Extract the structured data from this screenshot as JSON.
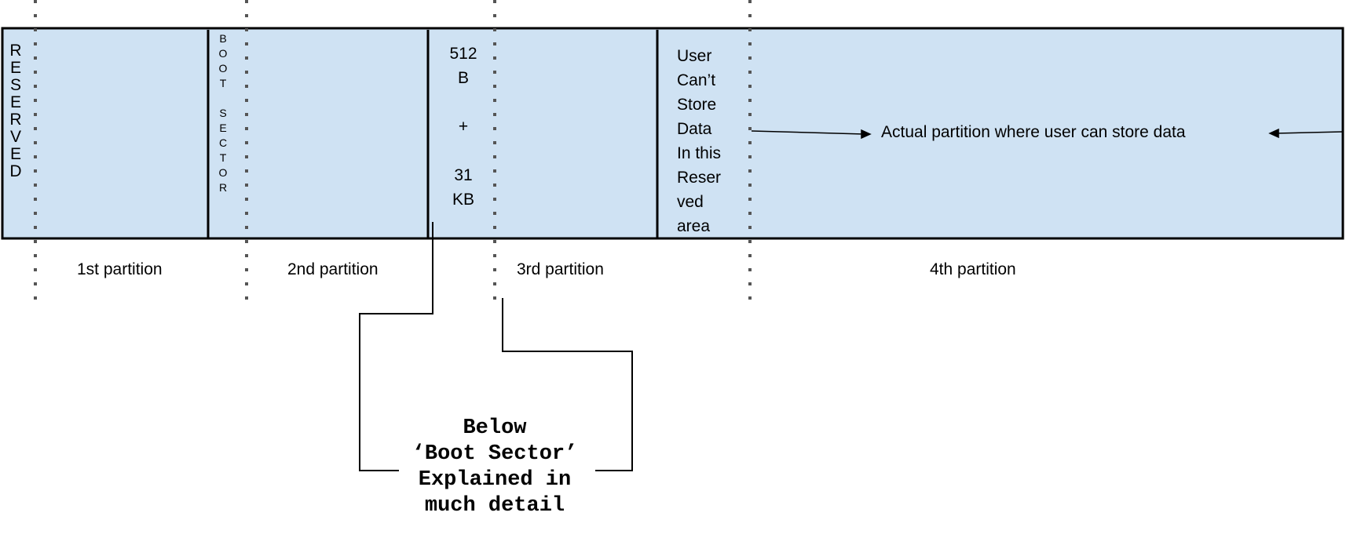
{
  "disk": {
    "reserved_letters": [
      "R",
      "E",
      "S",
      "E",
      "R",
      "V",
      "E",
      "D"
    ],
    "boot_sector_letters": [
      "B",
      "O",
      "O",
      "T",
      "",
      "S",
      "E",
      "C",
      "T",
      "O",
      "R"
    ],
    "size_lines": [
      "512",
      "B",
      "",
      "+",
      "",
      "31",
      "KB"
    ],
    "user_note_lines": [
      "User",
      "Can’t",
      "Store",
      "Data",
      "In this",
      "Reser",
      "ved",
      "area"
    ],
    "actual_partition_text": "Actual partition where user can store data"
  },
  "partitions": [
    "1st partition",
    "2nd partition",
    "3rd partition",
    "4th partition"
  ],
  "callout_lines": [
    "Below",
    "‘Boot Sector’",
    "Explained in",
    "much detail"
  ],
  "colors": {
    "disk_fill": "#cfe2f3",
    "line": "#000000",
    "dots": "#555555"
  }
}
